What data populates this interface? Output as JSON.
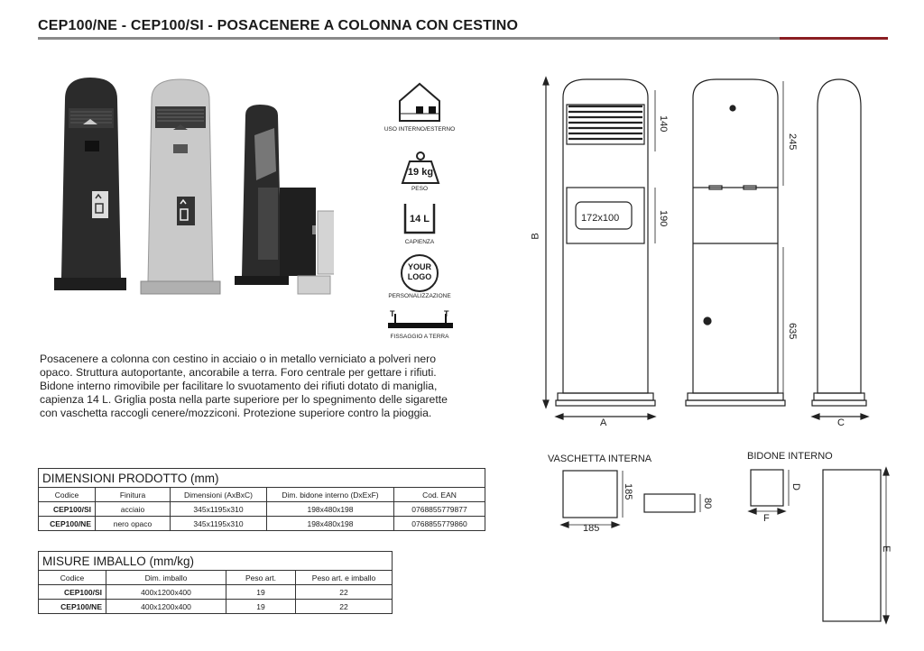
{
  "header": {
    "title": "CEP100/NE - CEP100/SI - POSACENERE A COLONNA CON CESTINO",
    "accent_color": "#8b1d22"
  },
  "icons": [
    {
      "name": "house-icon",
      "label": "USO INTERNO/ESTERNO"
    },
    {
      "name": "weight-icon",
      "value": "19 kg",
      "label": "PESO"
    },
    {
      "name": "bin-icon",
      "value": "14 L",
      "label": "CAPIENZA"
    },
    {
      "name": "logo-icon",
      "value_line1": "YOUR",
      "value_line2": "LOGO",
      "label": "PERSONALIZZAZIONE"
    },
    {
      "name": "anchor-icon",
      "value": "T",
      "label": "FISSAGGIO A TERRA"
    }
  ],
  "description": [
    "Posacenere a colonna con cestino in acciaio o in metallo verniciato a polveri nero",
    "opaco. Struttura autoportante, ancorabile a terra. Foro centrale per gettare i rifiuti.",
    "Bidone interno rimovibile per facilitare lo svuotamento dei rifiuti dotato di maniglia,",
    "capienza 14 L. Griglia posta nella parte superiore per lo spegnimento delle sigarette",
    "con vaschetta raccogli cenere/mozziconi. Protezione superiore contro la pioggia."
  ],
  "product_table": {
    "caption": "DIMENSIONI PRODOTTO (mm)",
    "headers": [
      "Codice",
      "Finitura",
      "Dimensioni (AxBxC)",
      "Dim. bidone interno (DxExF)",
      "Cod. EAN"
    ],
    "rows": [
      [
        "CEP100/SI",
        "acciaio",
        "345x1195x310",
        "198x480x198",
        "0768855779877"
      ],
      [
        "CEP100/NE",
        "nero opaco",
        "345x1195x310",
        "198x480x198",
        "0768855779860"
      ]
    ]
  },
  "packing_table": {
    "caption": "MISURE IMBALLO (mm/kg)",
    "headers": [
      "Codice",
      "Dim. imballo",
      "Peso art.",
      "Peso art. e imballo"
    ],
    "rows": [
      [
        "CEP100/SI",
        "400x1200x400",
        "19",
        "22"
      ],
      [
        "CEP100/NE",
        "400x1200x400",
        "19",
        "22"
      ]
    ]
  },
  "drawing": {
    "dim_140": "140",
    "dim_190": "190",
    "dim_172": "172x100",
    "dim_245": "245",
    "dim_635": "635",
    "label_A": "A",
    "label_B": "B",
    "label_C": "C",
    "vaschetta_title": "VASCHETTA INTERNA",
    "vaschetta_185h": "185",
    "vaschetta_185w": "185",
    "vaschetta_80": "80",
    "bidone_title": "BIDONE INTERNO",
    "label_D": "D",
    "label_F": "F",
    "label_E": "E"
  }
}
